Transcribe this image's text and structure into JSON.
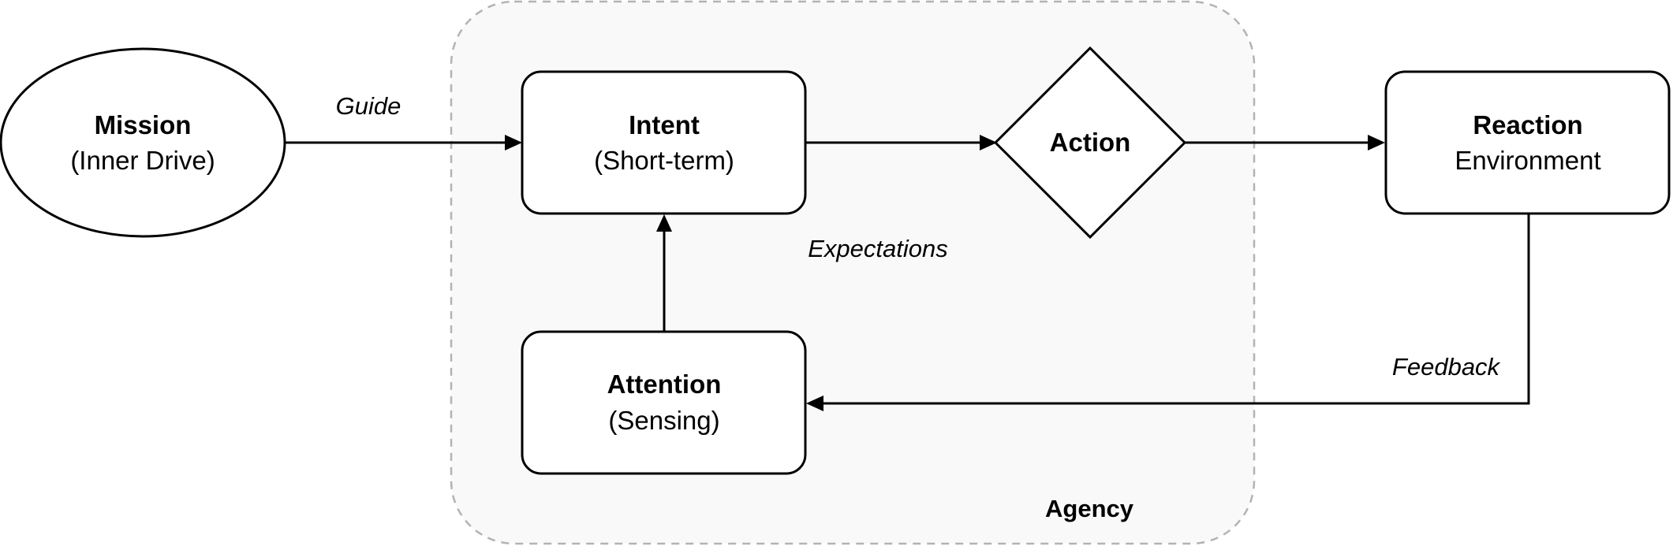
{
  "diagram": {
    "group": {
      "label": "Agency"
    },
    "nodes": {
      "mission": {
        "title": "Mission",
        "subtitle": "(Inner Drive)",
        "shape": "ellipse"
      },
      "intent": {
        "title": "Intent",
        "subtitle": "(Short-term)",
        "shape": "rounded-rect"
      },
      "action": {
        "title": "Action",
        "shape": "diamond"
      },
      "reaction": {
        "title": "Reaction",
        "subtitle": "Environment",
        "shape": "rounded-rect"
      },
      "attention": {
        "title": "Attention",
        "subtitle": "(Sensing)",
        "shape": "rounded-rect"
      }
    },
    "edges": {
      "mission_to_intent": {
        "label": "Guide"
      },
      "intent_to_action": {
        "label": "Expectations"
      },
      "action_to_reaction": {
        "label": ""
      },
      "reaction_to_attention": {
        "label": "Feedback"
      },
      "attention_to_intent": {
        "label": ""
      }
    },
    "colors": {
      "stroke": "#000000",
      "node_fill": "#ffffff",
      "group_fill": "#f9f9f9",
      "group_border": "#b3b3b3"
    }
  }
}
